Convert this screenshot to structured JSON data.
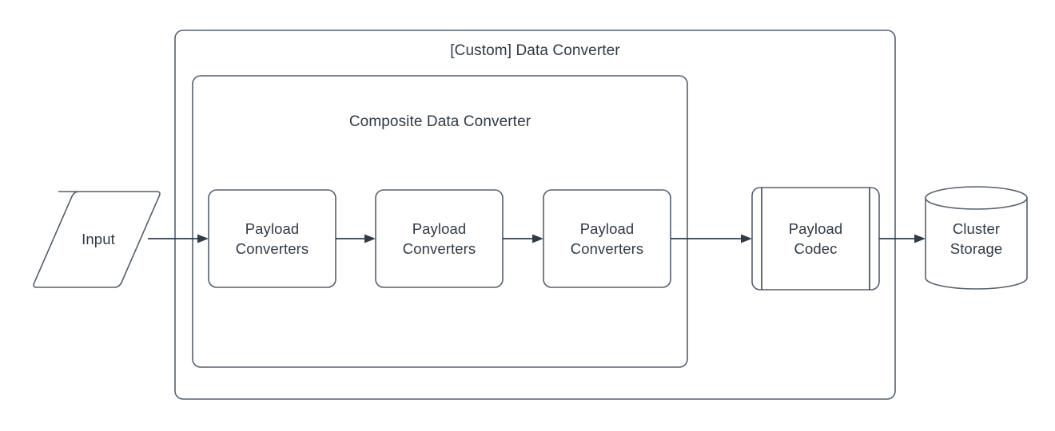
{
  "diagram": {
    "title": "[Custom] Data Converter",
    "background_color": "#ffffff",
    "stroke_color": "#55606e",
    "text_color": "#2f3b47",
    "connector_color": "#323c49",
    "containers": [
      {
        "id": "custom-data-converter",
        "label": "[Custom] Data Converter",
        "shape": "rounded-rectangle"
      },
      {
        "id": "composite-data-converter",
        "label": "Composite Data Converter",
        "shape": "rounded-rectangle"
      }
    ],
    "nodes": [
      {
        "id": "input",
        "label": "Input",
        "shape": "parallelogram"
      },
      {
        "id": "payload-converters-1",
        "label": "Payload\nConverters",
        "shape": "rounded-rectangle"
      },
      {
        "id": "payload-converters-2",
        "label": "Payload\nConverters",
        "shape": "rounded-rectangle"
      },
      {
        "id": "payload-converters-3",
        "label": "Payload\nConverters",
        "shape": "rounded-rectangle"
      },
      {
        "id": "payload-codec",
        "label": "Payload\nCodec",
        "shape": "process"
      },
      {
        "id": "cluster-storage",
        "label": "Cluster\nStorage",
        "shape": "cylinder"
      }
    ],
    "connectors": [
      {
        "id": "input-to-converters-1",
        "from": "input",
        "to": "payload-converters-1",
        "arrow": "single"
      },
      {
        "id": "converters-1-to-converters-2",
        "from": "payload-converters-1",
        "to": "payload-converters-2",
        "arrow": "single"
      },
      {
        "id": "converters-2-to-converters-3",
        "from": "payload-converters-2",
        "to": "payload-converters-3",
        "arrow": "single"
      },
      {
        "id": "converters-3-to-codec",
        "from": "payload-converters-3",
        "to": "payload-codec",
        "arrow": "single"
      },
      {
        "id": "codec-to-cluster-storage",
        "from": "payload-codec",
        "to": "cluster-storage",
        "arrow": "single"
      }
    ]
  }
}
